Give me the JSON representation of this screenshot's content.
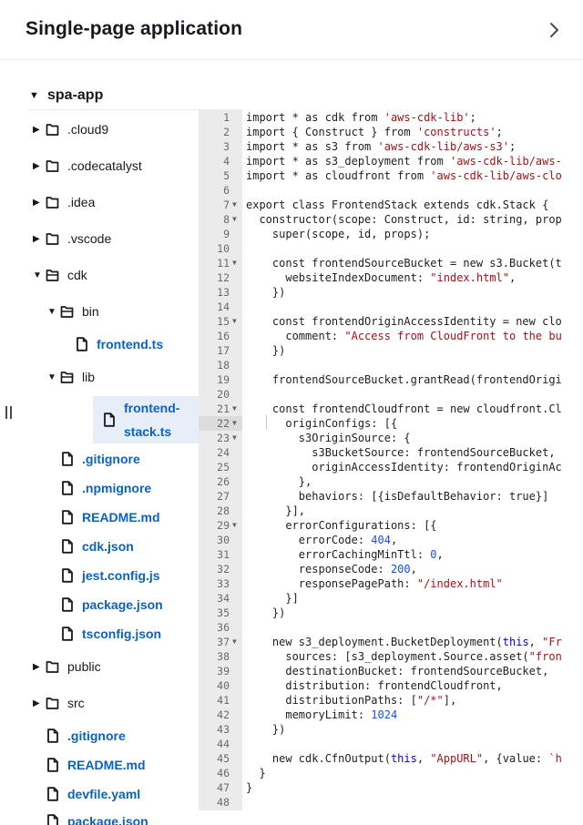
{
  "header": {
    "title": "Single-page application",
    "chevron_icon": "chevron-right-icon"
  },
  "tree": {
    "root": "spa-app",
    "items": [
      {
        "label": ".cloud9",
        "kind": "folder",
        "state": "collapsed",
        "level": 0
      },
      {
        "label": ".codecatalyst",
        "kind": "folder",
        "state": "collapsed",
        "level": 0
      },
      {
        "label": ".idea",
        "kind": "folder",
        "state": "collapsed",
        "level": 0
      },
      {
        "label": ".vscode",
        "kind": "folder",
        "state": "collapsed",
        "level": 0
      },
      {
        "label": "cdk",
        "kind": "folder",
        "state": "expanded",
        "level": 0
      },
      {
        "label": "bin",
        "kind": "folder",
        "state": "expanded",
        "level": 1
      },
      {
        "label": "frontend.ts",
        "kind": "file",
        "level": 2
      },
      {
        "label": "lib",
        "kind": "folder",
        "state": "expanded",
        "level": 1
      },
      {
        "label": "frontend-",
        "label2": "stack.ts",
        "kind": "file",
        "level": 2,
        "selected": true
      },
      {
        "label": ".gitignore",
        "kind": "file",
        "level": 1
      },
      {
        "label": ".npmignore",
        "kind": "file",
        "level": 1
      },
      {
        "label": "README.md",
        "kind": "file",
        "level": 1
      },
      {
        "label": "cdk.json",
        "kind": "file",
        "level": 1
      },
      {
        "label": "jest.config.js",
        "kind": "file",
        "level": 1
      },
      {
        "label": "package.json",
        "kind": "file",
        "level": 1
      },
      {
        "label": "tsconfig.json",
        "kind": "file",
        "level": 1
      },
      {
        "label": "public",
        "kind": "folder",
        "state": "collapsed",
        "level": 0
      },
      {
        "label": "src",
        "kind": "folder",
        "state": "collapsed",
        "level": 0
      },
      {
        "label": ".gitignore",
        "kind": "file",
        "level": 0
      },
      {
        "label": "README.md",
        "kind": "file",
        "level": 0
      },
      {
        "label": "devfile.yaml",
        "kind": "file",
        "level": 0
      },
      {
        "label": "package.json",
        "kind": "file",
        "level": 0
      }
    ]
  },
  "editor": {
    "active_line": 22,
    "fold_lines": [
      7,
      8,
      11,
      15,
      21,
      22,
      23,
      29,
      37
    ],
    "lines": [
      "import * as cdk from 'aws-cdk-lib';",
      "import { Construct } from 'constructs';",
      "import * as s3 from 'aws-cdk-lib/aws-s3';",
      "import * as s3_deployment from 'aws-cdk-lib/aws-",
      "import * as cloudfront from 'aws-cdk-lib/aws-clo",
      "",
      "export class FrontendStack extends cdk.Stack {",
      "  constructor(scope: Construct, id: string, prop",
      "    super(scope, id, props);",
      "",
      "    const frontendSourceBucket = new s3.Bucket(t",
      "      websiteIndexDocument: \"index.html\",",
      "    })",
      "",
      "    const frontendOriginAccessIdentity = new clo",
      "      comment: \"Access from CloudFront to the bu",
      "    })",
      "",
      "    frontendSourceBucket.grantRead(frontendOrigi",
      "",
      "    const frontendCloudfront = new cloudfront.Cl",
      "      originConfigs: [{",
      "        s3OriginSource: {",
      "          s3BucketSource: frontendSourceBucket,",
      "          originAccessIdentity: frontendOriginAc",
      "        },",
      "        behaviors: [{isDefaultBehavior: true}]",
      "      }],",
      "      errorConfigurations: [{",
      "        errorCode: 404,",
      "        errorCachingMinTtl: 0,",
      "        responseCode: 200,",
      "        responsePagePath: \"/index.html\"",
      "      }]",
      "    })",
      "",
      "    new s3_deployment.BucketDeployment(this, \"Fr",
      "      sources: [s3_deployment.Source.asset(\"fron",
      "      destinationBucket: frontendSourceBucket,",
      "      distribution: frontendCloudfront,",
      "      distributionPaths: [\"/*\"],",
      "      memoryLimit: 1024",
      "    })",
      "",
      "    new cdk.CfnOutput(this, \"AppURL\", {value: `h",
      "  }",
      "}",
      ""
    ]
  }
}
